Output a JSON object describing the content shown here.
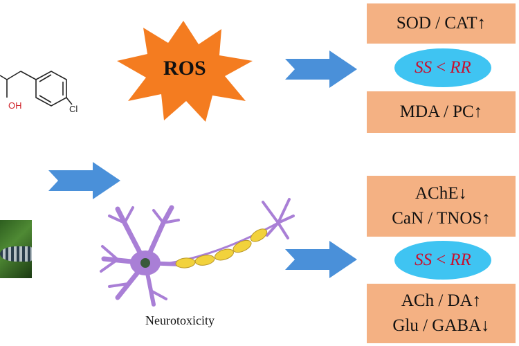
{
  "molecule": {
    "oh_label": "OH",
    "cl_label": "Cl"
  },
  "ros": {
    "label": "ROS"
  },
  "top_panel": {
    "box1": "SOD / CAT↑",
    "ellipse": {
      "ss": "SS",
      "lt": "<",
      "rr": "RR"
    },
    "box2": "MDA / PC↑"
  },
  "bottom_panel": {
    "box1_line1": "AChE↓",
    "box1_line2": "CaN / TNOS↑",
    "ellipse": {
      "ss": "SS",
      "lt": "<",
      "rr": "RR"
    },
    "box2_line1": "ACh / DA↑",
    "box2_line2": "Glu / GABA↓"
  },
  "neuron": {
    "label": "Neurotoxicity"
  },
  "colors": {
    "box": "#f4b183",
    "ellipse": "#3fc4f2",
    "ellipse_text": "#c8102e",
    "starburst": "#f47c20",
    "arrow": "#4a90d9",
    "neuron_body": "#a97fd6",
    "axon_myelin": "#f2d23c"
  }
}
